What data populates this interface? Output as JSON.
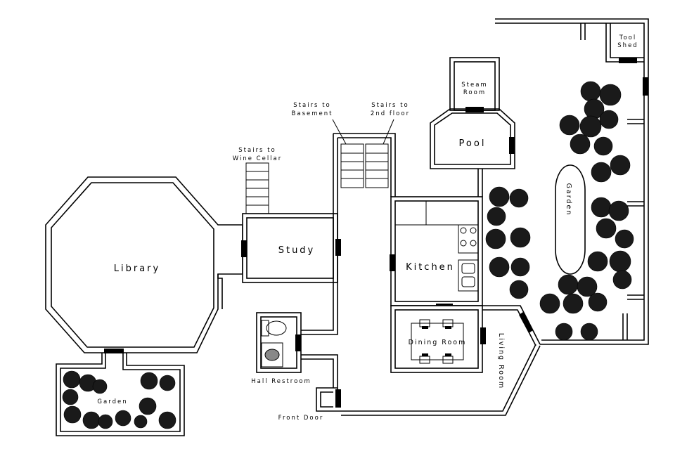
{
  "rooms": {
    "library": "Library",
    "study": "Study",
    "kitchen": "Kitchen",
    "dining_room": "Dining Room",
    "living_room": "Living Room",
    "pool": "Pool",
    "steam_room_line1": "Steam",
    "steam_room_line2": "Room",
    "tool_shed_line1": "Tool",
    "tool_shed_line2": "Shed",
    "garden_large": "Garden",
    "garden_small": "Garden",
    "hall_restroom": "Hall Restroom",
    "front_door": "Front Door"
  },
  "stairs": {
    "wine_cellar_line1": "Stairs to",
    "wine_cellar_line2": "Wine Cellar",
    "basement_line1": "Stairs to",
    "basement_line2": "Basement",
    "second_floor_line1": "Stairs to",
    "second_floor_line2": "2nd floor"
  }
}
